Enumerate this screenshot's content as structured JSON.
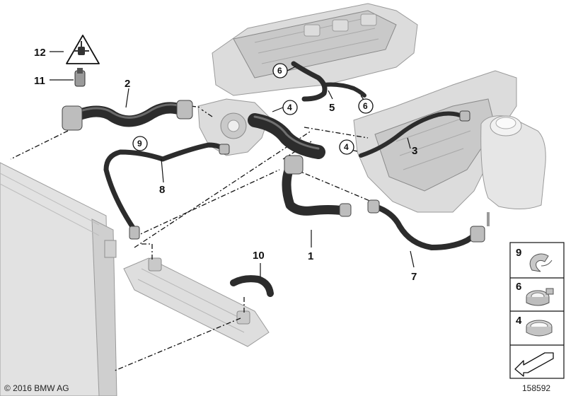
{
  "callouts": {
    "part_1": "1",
    "part_2": "2",
    "part_3": "3",
    "part_4a": "4",
    "part_4b": "4",
    "part_5": "5",
    "part_6a": "6",
    "part_6b": "6",
    "part_7": "7",
    "part_8": "8",
    "part_9": "9",
    "part_10": "10",
    "part_11": "11",
    "part_12": "12"
  },
  "legend": {
    "item_9": "9",
    "item_6": "6",
    "item_4": "4"
  },
  "footer": {
    "copyright": "© 2016 BMW AG",
    "diagram_number": "158592"
  },
  "colors": {
    "hose": "#2c2c2c",
    "hose_highlight": "#6a6a6a",
    "component_grey": "#d6d6d6",
    "line": "#111111"
  }
}
